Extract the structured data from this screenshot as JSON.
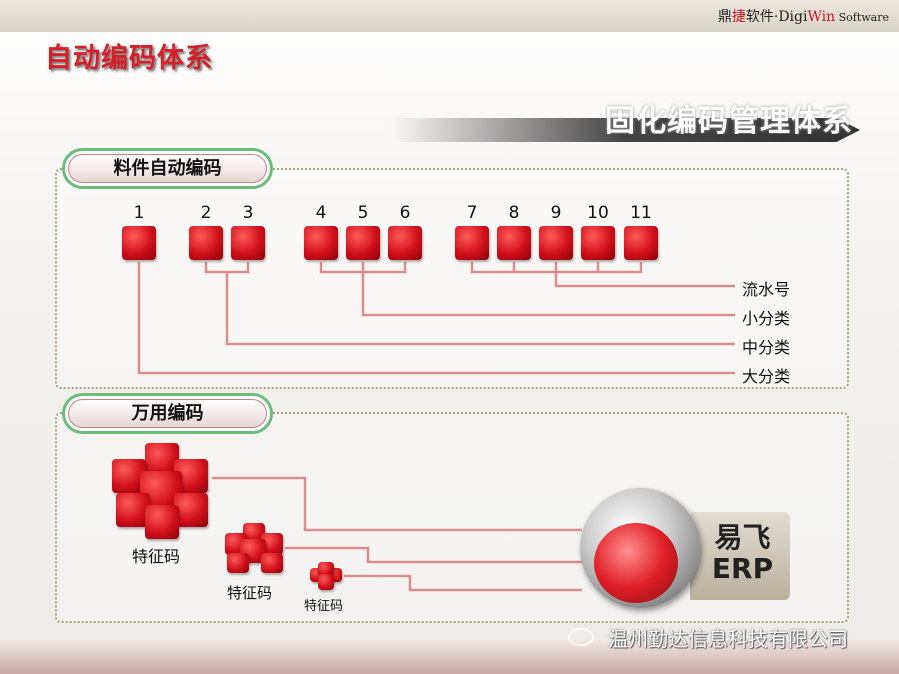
{
  "header": {
    "brand_cn_1": "鼎",
    "brand_cn_2": "捷",
    "brand_cn_3": "软件·",
    "brand_en_1": "Digi",
    "brand_en_2": "Win",
    "brand_en_3": " Software",
    "title": "自动编码体系",
    "banner": "固化编码管理体系"
  },
  "section1": {
    "label": "料件自动编码",
    "numbers": [
      "1",
      "2",
      "3",
      "4",
      "5",
      "6",
      "7",
      "8",
      "9",
      "10",
      "11"
    ],
    "segments": [
      "流水号",
      "小分类",
      "中分类",
      "大分类"
    ]
  },
  "section2": {
    "label": "万用编码",
    "feature_labels": [
      "特征码",
      "特征码",
      "特征码"
    ],
    "product_line1": "易飞",
    "product_line2": "ERP"
  },
  "footer": {
    "company": "温州勤达信息科技有限公司"
  },
  "colors": {
    "accent": "#d3202a",
    "line": "#d98d8d",
    "pill_border": "#6bbd7a"
  }
}
